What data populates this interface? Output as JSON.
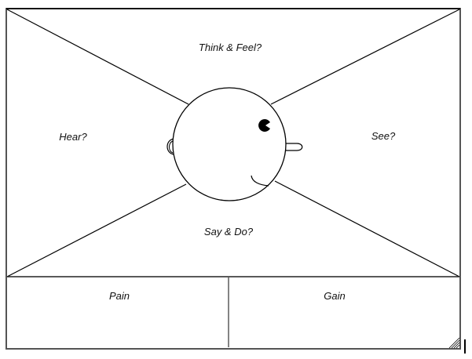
{
  "diagram": {
    "title": "Empathy Map",
    "sections": {
      "think_feel": "Think & Feel?",
      "hear": "Hear?",
      "see": "See?",
      "say_do": "Say & Do?",
      "pain": "Pain",
      "gain": "Gain"
    },
    "center_figure": "head-profile",
    "colors": {
      "line": "#000000",
      "frame": "#555555",
      "background": "#ffffff"
    }
  }
}
